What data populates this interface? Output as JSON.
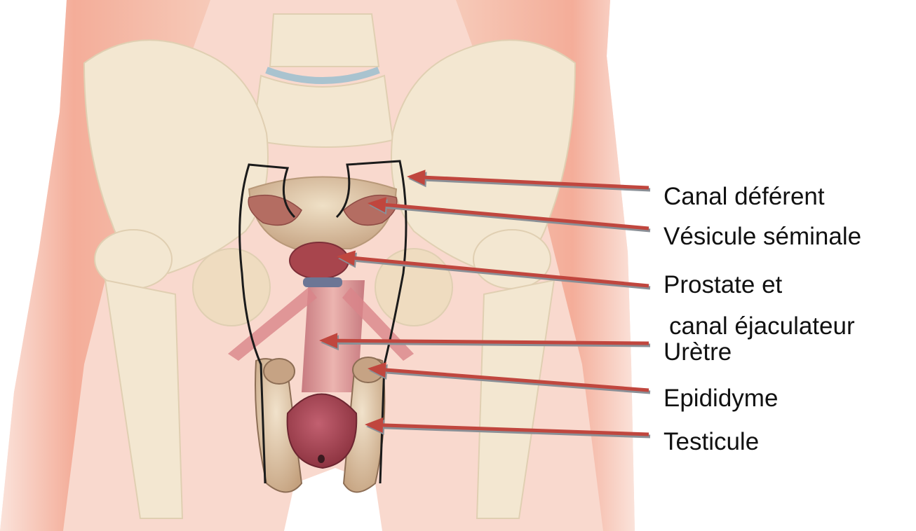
{
  "labels": {
    "canal_deferent": "Canal déférent",
    "vesicule_seminale": "Vésicule séminale",
    "prostate_line1": "Prostate et",
    "prostate_line2": "canal éjaculateur",
    "uretre": "Urètre",
    "epididyme": "Epididyme",
    "testicule": "Testicule"
  },
  "colors": {
    "arrow": "#c0463e",
    "arrow_shadow": "#8a8f96",
    "skin": "#f0b3a0",
    "bone": "#f2e6cf",
    "organ": "#b85660",
    "text": "#111111"
  },
  "icons": [
    "anatomy-illustration",
    "arrow-pointer"
  ]
}
